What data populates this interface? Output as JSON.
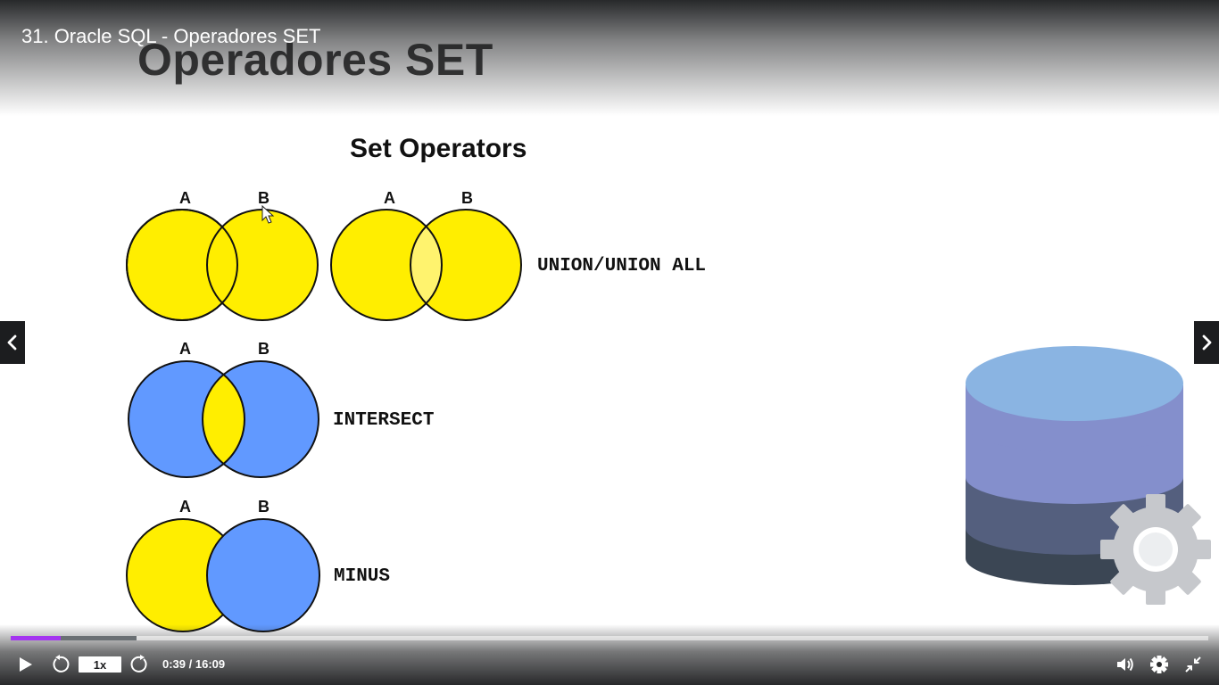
{
  "player": {
    "video_title": "31. Oracle SQL - Operadores SET",
    "speed": "1x",
    "time": "0:39 / 16:09",
    "progress": {
      "played_fraction": 0.042,
      "buffered_fraction": 0.105
    },
    "accent_color": "#a435f0"
  },
  "slide": {
    "heading": "Operadores SET",
    "diagram_title": "Set Operators",
    "set_a_label": "A",
    "set_b_label": "B",
    "operators": [
      "UNION/UNION ALL",
      "INTERSECT",
      "MINUS"
    ],
    "colors": {
      "yellow": "#ffee00",
      "blue": "#6199ff",
      "light_yellow": "#fff36e"
    }
  },
  "icons": [
    "play-icon",
    "rewind-icon",
    "forward-icon",
    "volume-icon",
    "gear-icon",
    "exit-fullscreen-icon",
    "chevron-left-icon",
    "chevron-right-icon",
    "database-icon",
    "cursor-icon"
  ]
}
